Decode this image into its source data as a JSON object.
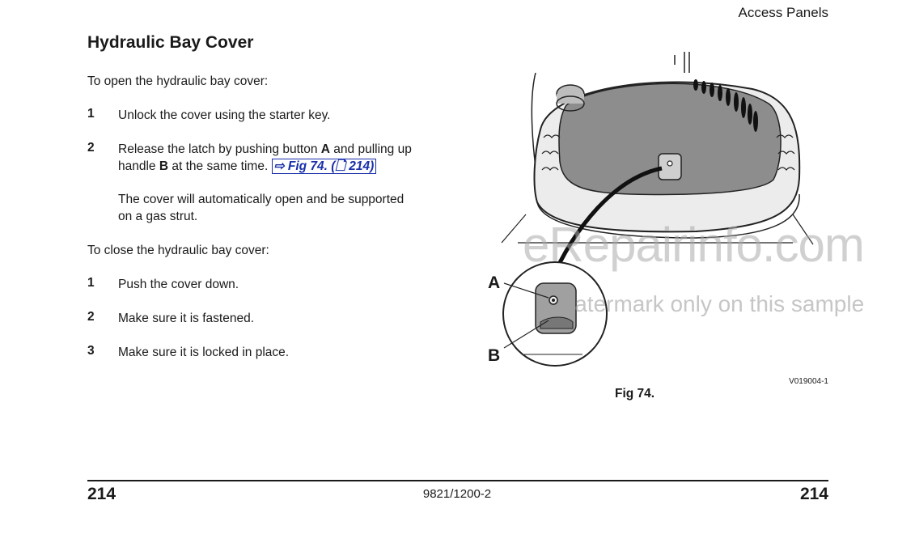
{
  "header": {
    "section": "Access Panels"
  },
  "title": "Hydraulic Bay Cover",
  "open_intro": "To open the hydraulic bay cover:",
  "open_steps": [
    {
      "num": "1",
      "text": "Unlock the cover using the starter key."
    },
    {
      "num": "2",
      "text_a": "Release the latch by pushing button",
      "key_a": "A",
      "text_b": "and pulling up",
      "text_c": "handle",
      "key_b": "B",
      "text_d": "at the same time.",
      "xref": "⇨ Fig 74. (🗋 214)"
    }
  ],
  "open_note": [
    "The cover will automatically open and be supported",
    "on a gas strut."
  ],
  "close_intro": "To close the hydraulic bay cover:",
  "close_steps": [
    {
      "num": "1",
      "text": "Push the cover down."
    },
    {
      "num": "2",
      "text": "Make sure it is fastened."
    },
    {
      "num": "3",
      "text": "Make sure it is locked in place."
    }
  ],
  "figure": {
    "label_a": "A",
    "label_b": "B",
    "code": "V019004-1",
    "caption": "Fig 74."
  },
  "watermark": {
    "line1": "eRepairinfo.com",
    "line2": "watermark only on this sample"
  },
  "footer": {
    "page_left": "214",
    "doc_number": "9821/1200-2",
    "page_right": "214"
  }
}
